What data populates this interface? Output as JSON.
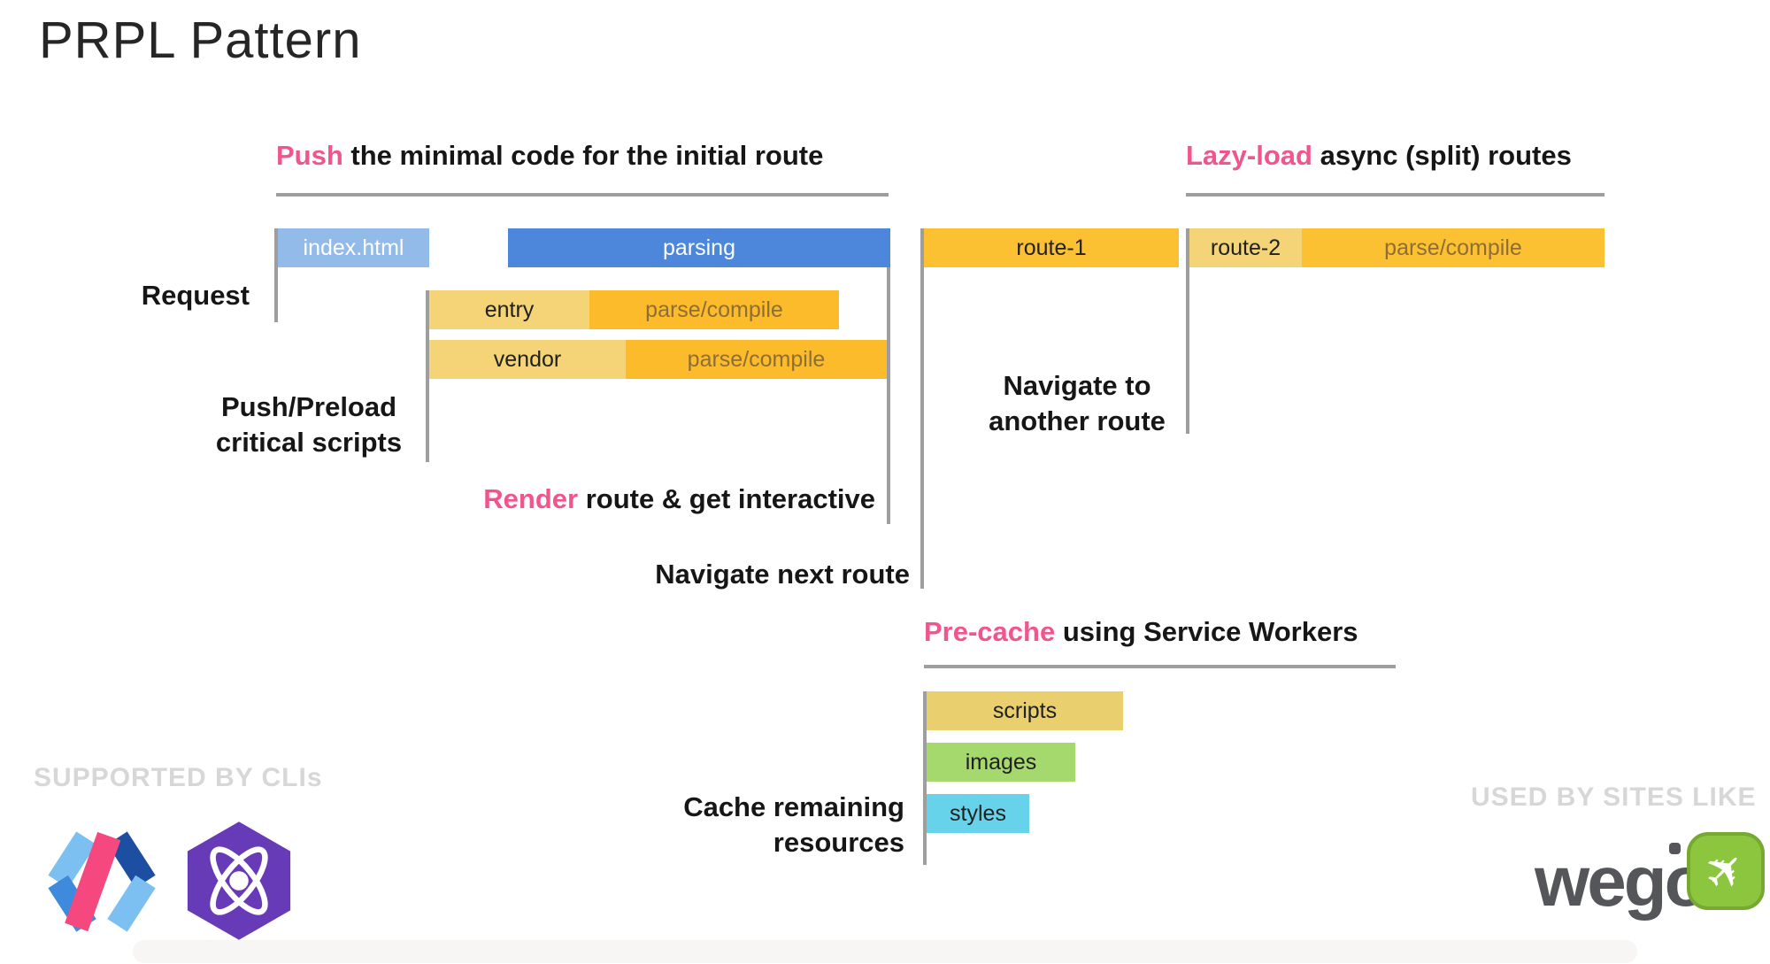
{
  "title": "PRPL Pattern",
  "headings": {
    "push": {
      "highlight": "Push",
      "rest": " the minimal code for the initial route"
    },
    "lazyload": {
      "highlight": "Lazy-load",
      "rest": " async (split) routes"
    },
    "precache": {
      "highlight": "Pre-cache",
      "rest": " using Service Workers"
    }
  },
  "lane_labels": {
    "request": "Request",
    "push_preload": [
      "Push/Preload",
      "critical scripts"
    ],
    "render": {
      "highlight": "Render",
      "rest": " route & get interactive"
    },
    "navigate_next": "Navigate next route",
    "navigate_another": [
      "Navigate to",
      "another route"
    ],
    "cache_remaining": [
      "Cache remaining",
      "resources"
    ]
  },
  "bars": {
    "index_html": {
      "label": "index.html"
    },
    "parsing": {
      "label": "parsing"
    },
    "entry": {
      "label": "entry"
    },
    "entry_parse": {
      "label": "parse/compile"
    },
    "vendor": {
      "label": "vendor"
    },
    "vendor_parse": {
      "label": "parse/compile"
    },
    "route1": {
      "label": "route-1"
    },
    "route2": {
      "label": "route-2"
    },
    "route2_parse": {
      "label": "parse/compile"
    },
    "scripts": {
      "label": "scripts"
    },
    "images": {
      "label": "images"
    },
    "styles": {
      "label": "styles"
    }
  },
  "footer": {
    "supported_by": "SUPPORTED BY CLIs",
    "used_by": "USED BY SITES LIKE",
    "wego_text": "wego"
  },
  "icons": [
    "polymer-logo-icon",
    "preact-logo-icon",
    "wego-plane-icon"
  ],
  "colors": {
    "accent_pink": "#F0558D",
    "bar_light_blue": "#93BBE9",
    "bar_blue": "#4C87DB",
    "bar_light_amber": "#F5D377",
    "bar_amber": "#FCBB2B",
    "bar_route_amber": "#FCC033",
    "bar_khaki": "#E9CF6E",
    "bar_green": "#A5D96E",
    "bar_cyan": "#66D3EA",
    "parse_text_brown": "#8D6E35",
    "line_gray": "#9E9E9E",
    "watermark_gray": "#D7D7D7",
    "preact_purple": "#673AB8",
    "wego_green": "#8CC63F",
    "wego_gray": "#55565A"
  }
}
